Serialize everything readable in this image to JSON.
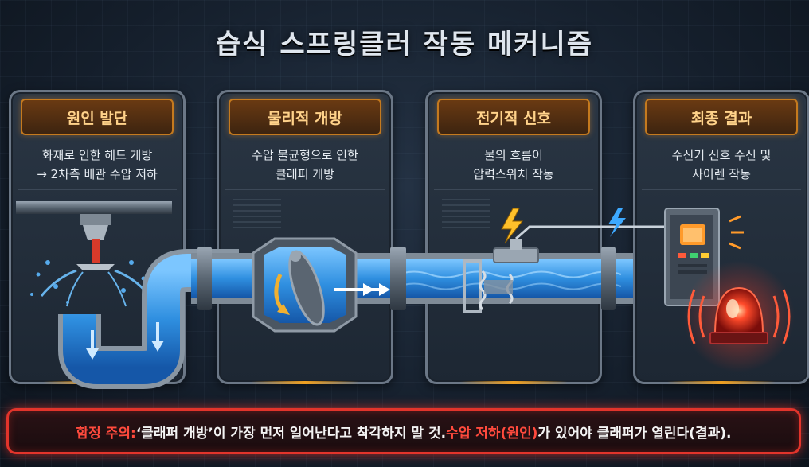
{
  "title": "습식 스프링클러 작동 메커니즘",
  "panels": [
    {
      "heading": "원인 발단",
      "lines": [
        "화재로 인한 헤드 개방",
        "→ 2차측 배관 수압 저하"
      ]
    },
    {
      "heading": "물리적 개방",
      "lines": [
        "수압 불균형으로 인한",
        "클래퍼 개방"
      ]
    },
    {
      "heading": "전기적 신호",
      "lines": [
        "물의 흐름이",
        "압력스위치 작동"
      ]
    },
    {
      "heading": "최종 결과",
      "lines": [
        "수신기 신호 수신 및",
        "사이렌 작동"
      ]
    }
  ],
  "warning": {
    "label": "함정 주의:",
    "part1": " ‘클래퍼 개방’이 가장 먼저 일어난다고 착각하지 말 것. ",
    "highlight": "수압 저하(원인)",
    "part2": "가 있어야 클래퍼가 열린다(결과)."
  },
  "colors": {
    "accent_orange": "#f0a020",
    "water_blue": "#2f8fe0",
    "alarm_red": "#e2342b"
  },
  "icons": [
    "sprinkler-head-icon",
    "clapper-valve-icon",
    "lightning-bolt-icon",
    "pressure-switch-icon",
    "control-panel-icon",
    "siren-icon"
  ]
}
